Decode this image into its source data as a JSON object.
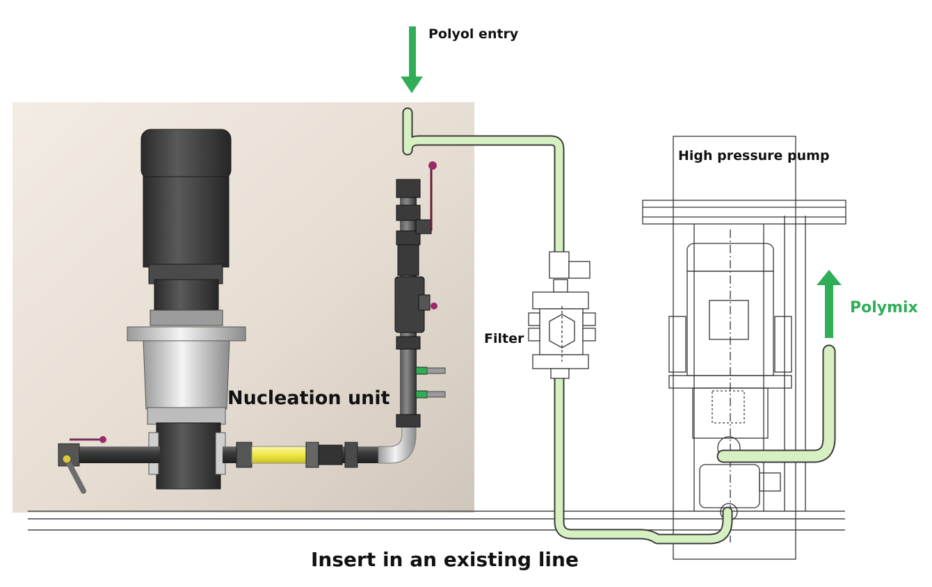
{
  "labels": {
    "polyol_entry": "Polyol entry",
    "high_pressure_pump": "High pressure pump",
    "polymix": "Polymix",
    "filter": "Filter",
    "nucleation_unit": "Nucleation unit",
    "insert": "Insert in an existing line"
  },
  "colors": {
    "arrow_green": "#2fae57",
    "pipe_fill": "#d6f0c2",
    "pipe_stroke": "#505050",
    "background_panel": "#e9e1d7",
    "yellow_pipe": "#f4ee5a",
    "machine_dark": "#3c3c3c"
  },
  "icons": {
    "polyol_arrow": "arrow-down-icon",
    "polymix_arrow": "arrow-up-icon"
  }
}
